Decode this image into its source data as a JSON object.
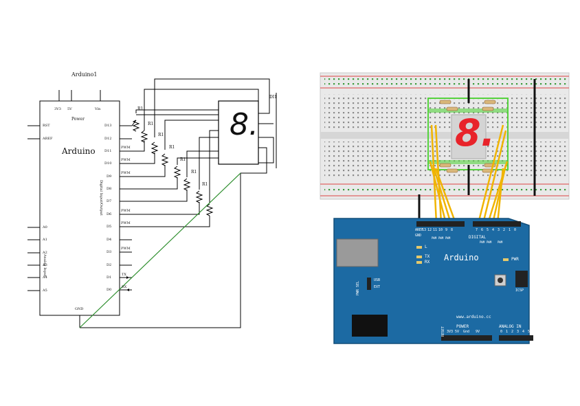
{
  "schematic": {
    "title": "Arduino1",
    "chip_label": "Arduino",
    "power_label": "Power",
    "power_pins": [
      "3V3",
      "5V",
      "Vin"
    ],
    "left_pins": [
      "RST",
      "AREF"
    ],
    "analog_pins": [
      "A0",
      "A1",
      "A2",
      "A3",
      "A4",
      "A5"
    ],
    "analog_group_label": "Analog Input",
    "digital_pins": [
      "D13",
      "D12",
      "D11",
      "D10",
      "D9",
      "D8",
      "D7",
      "D6",
      "D5",
      "D4",
      "D3",
      "D2",
      "D1",
      "D0"
    ],
    "pwm_marks": [
      "PWM",
      "PWM",
      "PWM",
      "PWM",
      "PWM",
      "PWM"
    ],
    "digital_group_label": "Digital Input/Output",
    "tx_label": "TX",
    "rx_label": "RX",
    "gnd_label": "GND",
    "resistor_labels": [
      "R1",
      "R1",
      "R1",
      "R1",
      "R1",
      "R1",
      "R1"
    ],
    "display_label": "DI1",
    "display_digit": "8."
  },
  "breadboard": {
    "board_brand": "Arduino",
    "website": "www.arduino.cc",
    "aref": "AREF",
    "gnd": "GND",
    "digital_numbers": [
      "13",
      "12",
      "11",
      "10",
      "9",
      "8",
      "7",
      "6",
      "5",
      "4",
      "3",
      "2",
      "1",
      "0"
    ],
    "pwm_labels": [
      "PWM",
      "PWM",
      "PWM",
      "PWM",
      "PWM",
      "PWM"
    ],
    "digital": "DIGITAL",
    "led_l": "L",
    "tx": "TX",
    "rx": "RX",
    "pwr": "PWR",
    "pwr_sel": "PWR SEL",
    "usb": "USB",
    "ext": "EXT",
    "icsp": "ICSP",
    "reset": "RESET",
    "power": "POWER",
    "power_pins": [
      "3V3",
      "5V",
      "Gnd",
      "9V"
    ],
    "analog_in": "ANALOG IN",
    "analog_numbers": [
      "0",
      "1",
      "2",
      "3",
      "4",
      "5"
    ],
    "display_digit": "8."
  },
  "colors": {
    "board": "#1c6aa3",
    "board_dark": "#134e7a",
    "wire_yellow": "#f0b400",
    "segment_red": "#e8232a",
    "breadboard_green": "#55d23d",
    "schematic_green": "#2f8f2f"
  }
}
